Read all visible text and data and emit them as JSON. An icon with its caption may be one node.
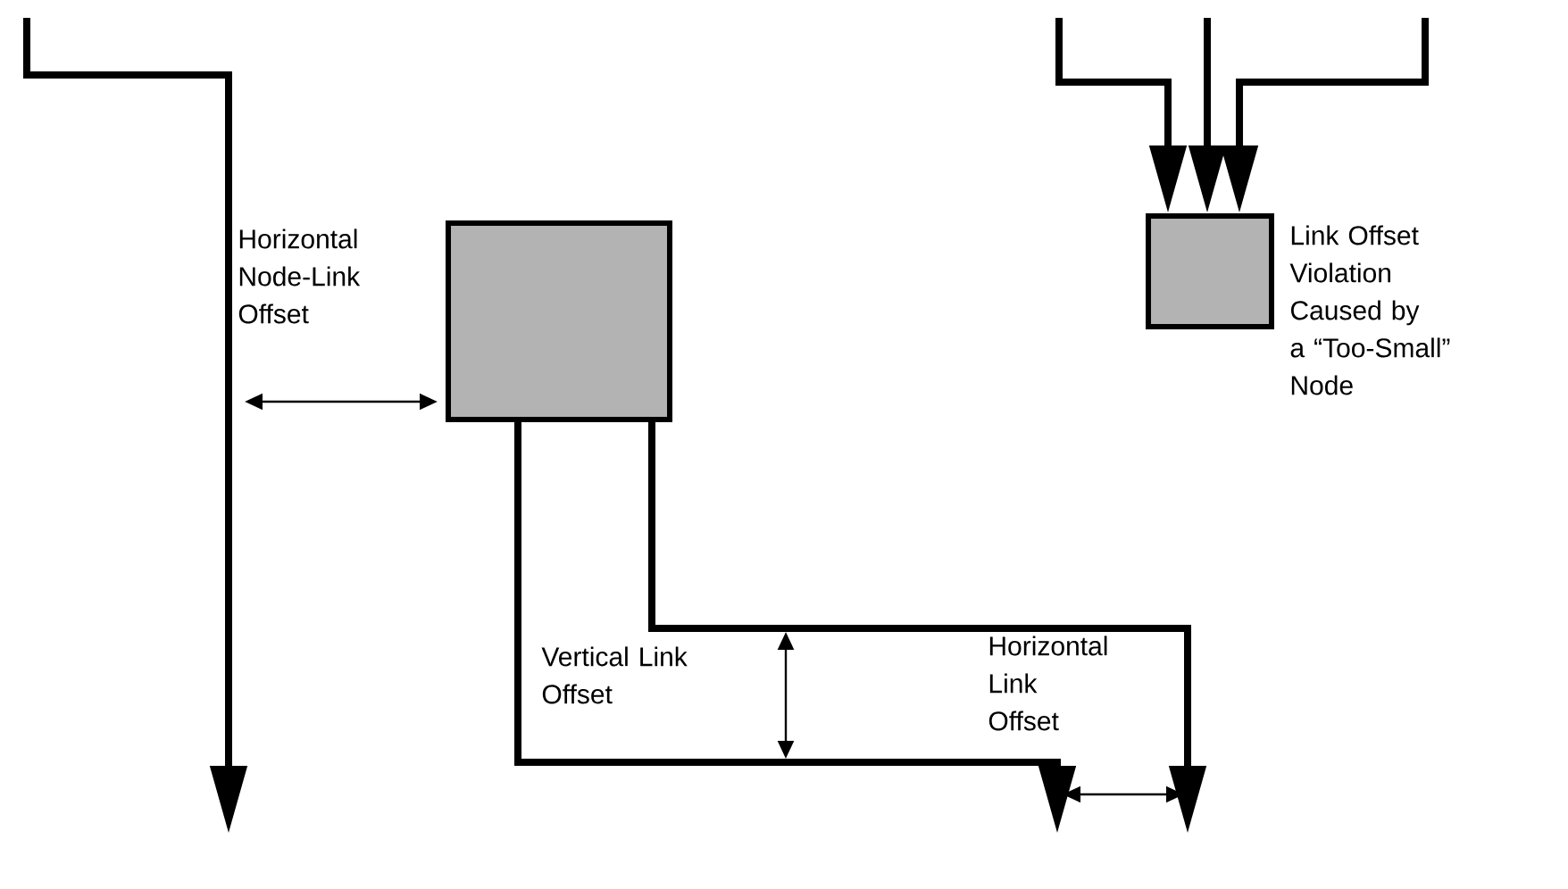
{
  "diagram": {
    "nodes": [
      {
        "text": [],
        "shape": "box"
      },
      {
        "text": [],
        "shape": "box"
      }
    ],
    "edges": [
      {
        "from": 0,
        "to": null,
        "arrow": "to"
      },
      {
        "from": 0,
        "to": null,
        "arrow": "to"
      },
      {
        "from": null,
        "to": 1,
        "arrow": "to"
      },
      {
        "from": null,
        "to": 1,
        "arrow": "to"
      },
      {
        "from": null,
        "to": 1,
        "arrow": "to"
      }
    ],
    "labels": [
      "Horizontal Node-Link Offset",
      "Link Offset Violation Caused by a “Too-Small” Node",
      "Vertical Link Offset",
      "Horizontal Link Offset"
    ]
  }
}
